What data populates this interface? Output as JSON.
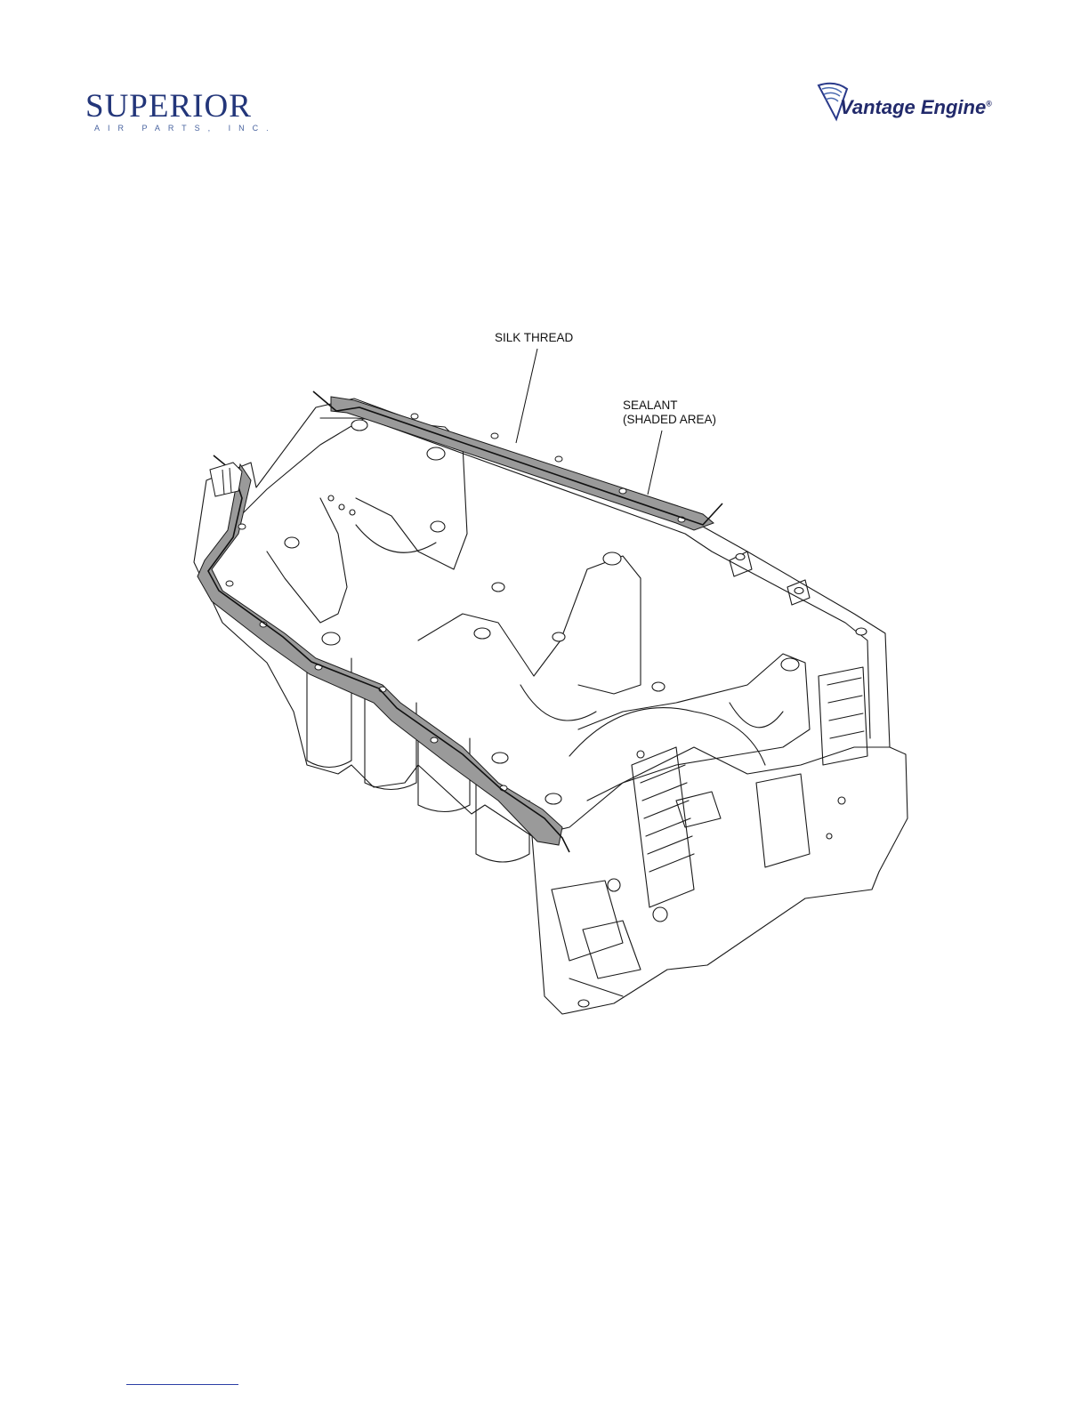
{
  "header": {
    "left_logo": {
      "main": "SUPERIOR",
      "sub": "AIR PARTS, INC."
    },
    "right_logo": {
      "text": "Vantage Engine",
      "reg_mark": "®"
    }
  },
  "figure": {
    "callouts": {
      "silk_thread": "SILK THREAD",
      "sealant_line1": "SEALANT",
      "sealant_line2": "(SHADED AREA)"
    },
    "colors": {
      "sealant_shade": "#9a9a9a",
      "line": "#1a1a1a"
    }
  }
}
